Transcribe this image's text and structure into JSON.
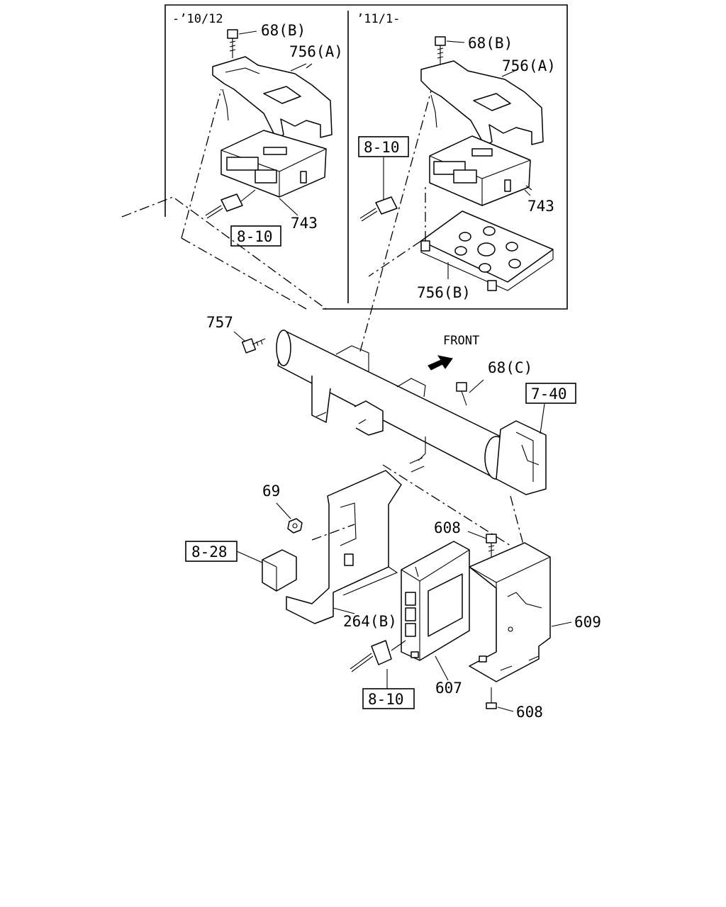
{
  "inset_left": {
    "range_label": "-’10/12"
  },
  "inset_right": {
    "range_label": "’11/1-"
  },
  "labels": {
    "p68b_left": "68(B)",
    "p756a_left": "756(A)",
    "p743_left": "743",
    "ref810_left": "8-10",
    "p68b_right": "68(B)",
    "p756a_right": "756(A)",
    "ref810_right": "8-10",
    "p743_right": "743",
    "p756b": "756(B)",
    "p757": "757",
    "front": "FRONT",
    "p68c": "68(C)",
    "ref740": "7-40",
    "p69": "69",
    "ref828": "8-28",
    "p608_top": "608",
    "p264b": "264(B)",
    "p609": "609",
    "ref810_bottom": "8-10",
    "p607": "607",
    "p608_bottom": "608"
  },
  "icons": {
    "front_arrow": "front-arrow-icon"
  }
}
